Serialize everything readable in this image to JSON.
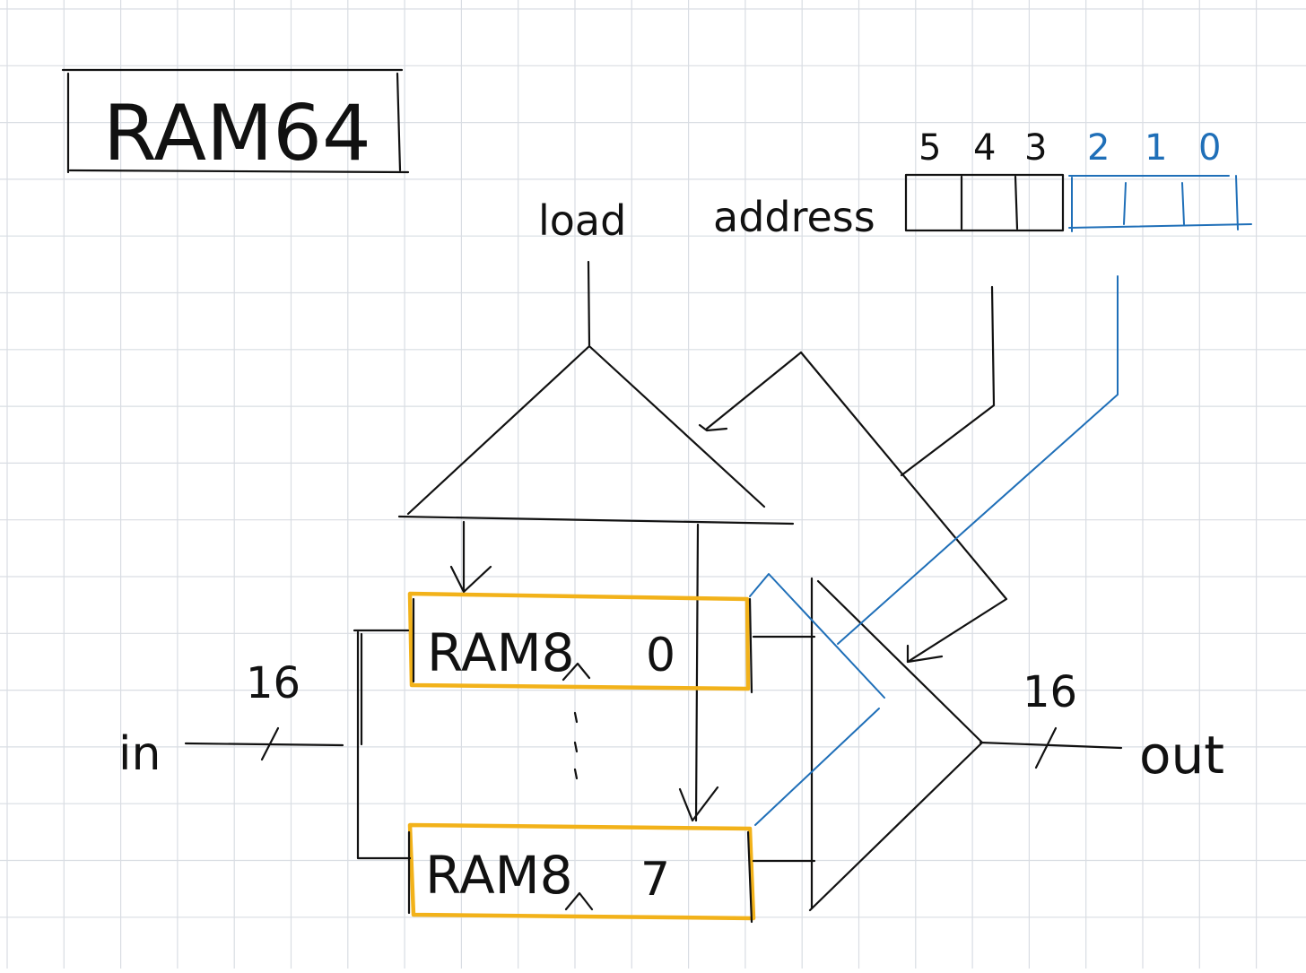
{
  "title": "RAM64",
  "labels": {
    "load": "load",
    "address": "address",
    "input": "in",
    "output": "out",
    "input_width": "16",
    "output_width": "16",
    "ram_top": "RAM8",
    "ram_top_index": "0",
    "ram_bottom": "RAM8",
    "ram_bottom_index": "7"
  },
  "address_bits": {
    "high": [
      "5",
      "4",
      "3"
    ],
    "low": [
      "2",
      "1",
      "0"
    ]
  },
  "colors": {
    "ink": "#111111",
    "low_address_bits": "#1f6fb8",
    "ram_highlight": "#f2b21a",
    "grid": "#d9dde3"
  }
}
